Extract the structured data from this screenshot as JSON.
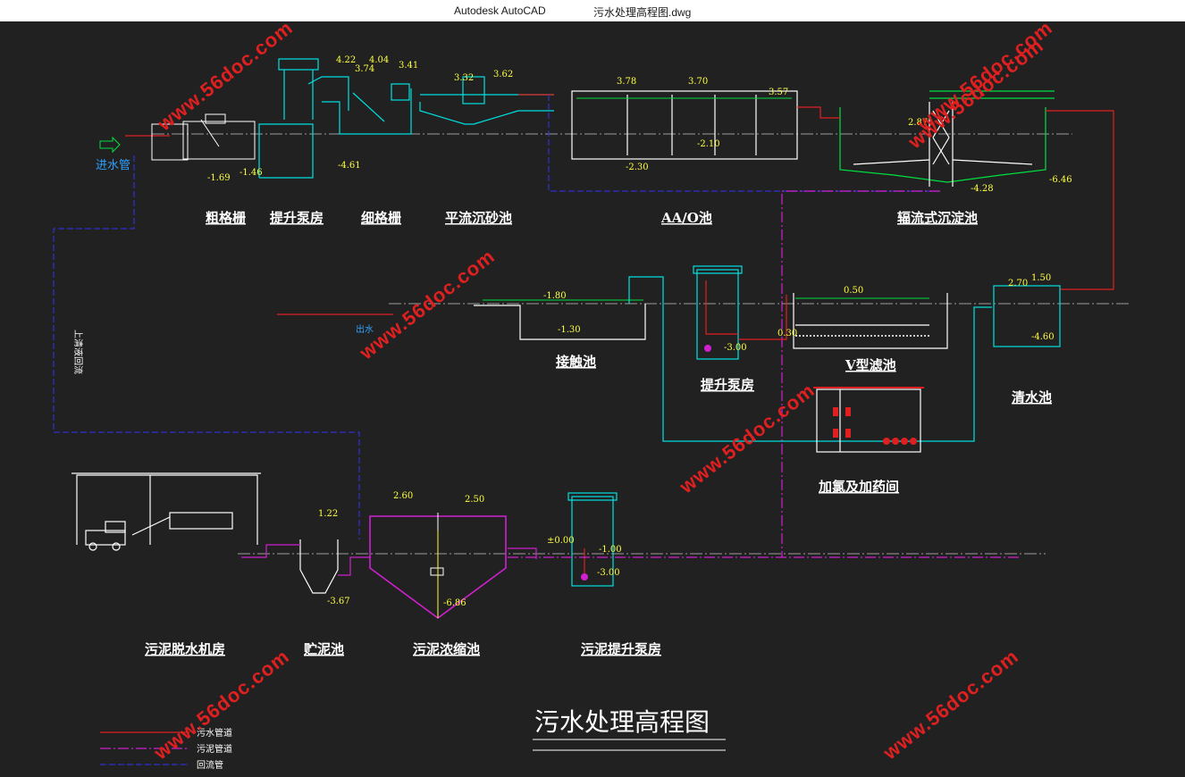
{
  "window": {
    "app_name": "Autodesk AutoCAD",
    "file_name": "污水处理高程图.dwg"
  },
  "drawing": {
    "title": "污水处理高程图",
    "inlet_label": "进水管",
    "return_label": "上清液回流",
    "outlet_label": "出水",
    "units": [
      {
        "label": "粗格栅"
      },
      {
        "label": "提升泵房"
      },
      {
        "label": "细格栅"
      },
      {
        "label": "平流沉砂池"
      },
      {
        "label": "AA/O池"
      },
      {
        "label": "辐流式沉淀池"
      },
      {
        "label": "接触池"
      },
      {
        "label": "提升泵房"
      },
      {
        "label": "V型滤池"
      },
      {
        "label": "清水池"
      },
      {
        "label": "加氯及加药间"
      },
      {
        "label": "污泥脱水机房"
      },
      {
        "label": "贮泥池"
      },
      {
        "label": "污泥浓缩池"
      },
      {
        "label": "污泥提升泵房"
      }
    ],
    "elevations": [
      {
        "text": "4.22"
      },
      {
        "text": "3.74"
      },
      {
        "text": "4.04"
      },
      {
        "text": "3.41"
      },
      {
        "text": "3.32"
      },
      {
        "text": "3.62"
      },
      {
        "text": "3.78"
      },
      {
        "text": "3.70"
      },
      {
        "text": "3.57"
      },
      {
        "text": "2.87"
      },
      {
        "text": "1.50"
      },
      {
        "text": "0.50"
      },
      {
        "text": "-1.80"
      },
      {
        "text": "-3.00"
      },
      {
        "text": "-1.30"
      },
      {
        "text": "-4.60"
      },
      {
        "text": "1.22"
      },
      {
        "text": "2.60"
      },
      {
        "text": "2.50"
      },
      {
        "text": "±0.00"
      },
      {
        "text": "-1.00"
      },
      {
        "text": "-3.00"
      },
      {
        "text": "-6.86"
      },
      {
        "text": "-3.67"
      },
      {
        "text": "-2.30"
      },
      {
        "text": "-2.10"
      },
      {
        "text": "-4.61"
      },
      {
        "text": "-1.46"
      },
      {
        "text": "-1.69"
      },
      {
        "text": "-6.46"
      },
      {
        "text": "-4.28"
      },
      {
        "text": "0.30"
      },
      {
        "text": "2.70"
      }
    ],
    "legend": [
      {
        "label": "污水管道",
        "color": "#e02020"
      },
      {
        "label": "污泥管道",
        "color": "#d020d0"
      },
      {
        "label": "回流管",
        "color": "#2020c0"
      }
    ],
    "watermark": "www.56doc.com"
  }
}
